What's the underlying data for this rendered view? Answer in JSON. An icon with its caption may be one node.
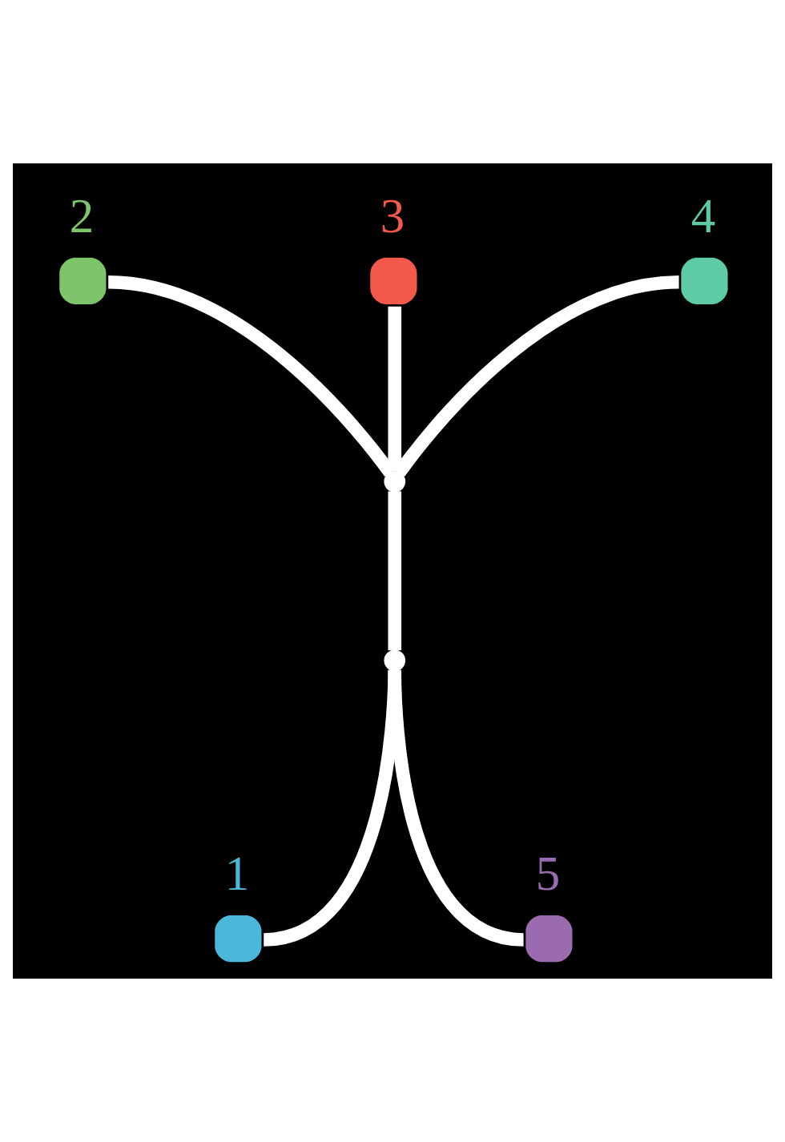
{
  "diagram": {
    "nodes": [
      {
        "text": [],
        "shape": "circle",
        "beside": [
          "2"
        ]
      },
      {
        "text": [],
        "shape": "circle",
        "beside": [
          "3"
        ]
      },
      {
        "text": [],
        "shape": "circle",
        "beside": [
          "4"
        ]
      },
      {
        "text": [],
        "shape": "point"
      },
      {
        "text": [],
        "shape": "point"
      },
      {
        "text": [],
        "shape": "circle",
        "beside": [
          "1"
        ]
      },
      {
        "text": [],
        "shape": "circle",
        "beside": [
          "5"
        ]
      }
    ],
    "edges": [
      {
        "from": 0,
        "to": 3,
        "arrow": "none"
      },
      {
        "from": 1,
        "to": 3,
        "arrow": "none"
      },
      {
        "from": 2,
        "to": 3,
        "arrow": "none"
      },
      {
        "from": 3,
        "to": 4,
        "arrow": "none"
      },
      {
        "from": 4,
        "to": 5,
        "arrow": "none"
      },
      {
        "from": 4,
        "to": 6,
        "arrow": "none"
      }
    ]
  }
}
